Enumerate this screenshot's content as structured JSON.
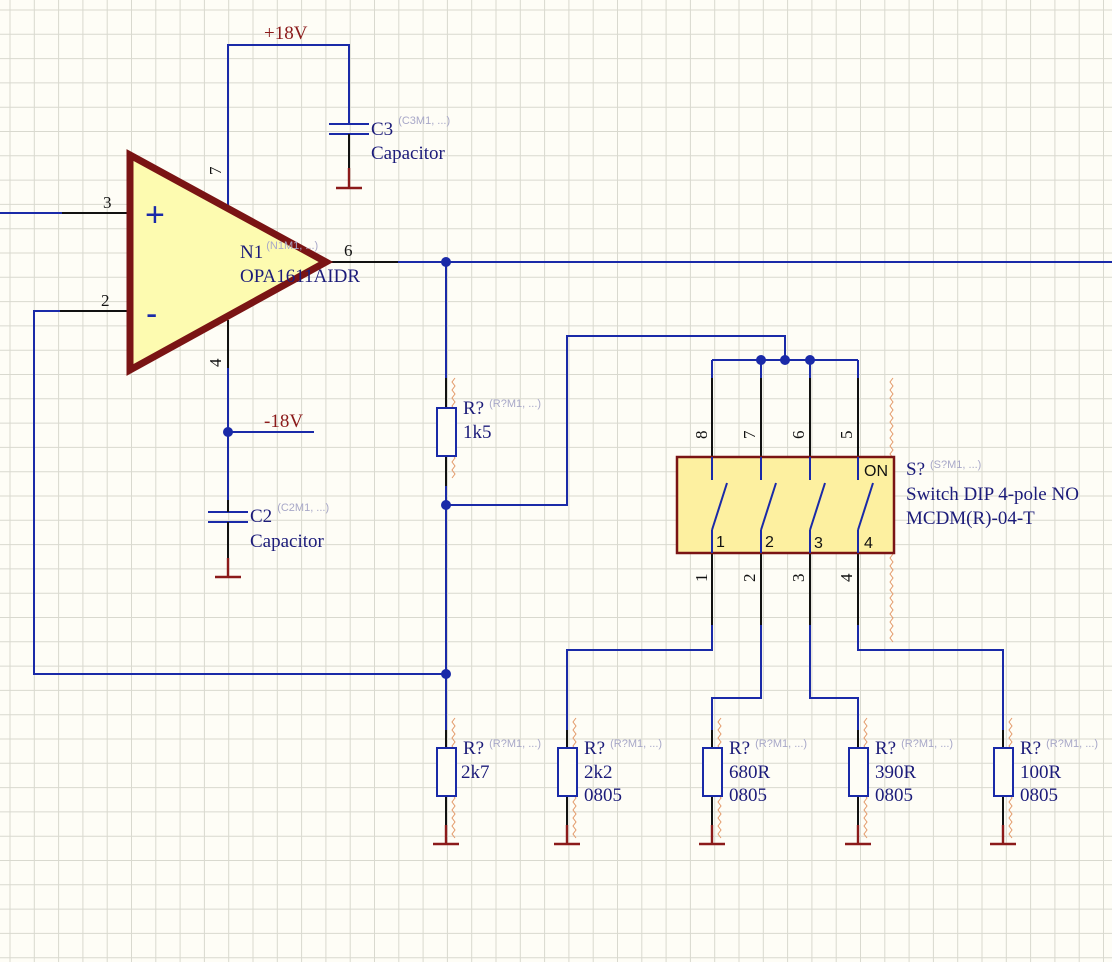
{
  "opamp": {
    "designator": "N1",
    "comment": "OPA1611AIDR",
    "param_hint": "(N1M1, ...)",
    "plus_symbol": "+",
    "minus_symbol": "-",
    "pins": {
      "in_plus": "3",
      "in_minus": "2",
      "vplus": "7",
      "vminus": "4",
      "out": "6"
    }
  },
  "power": {
    "positive": "+18V",
    "negative": "-18V"
  },
  "capacitors": [
    {
      "designator": "C3",
      "comment": "Capacitor",
      "param_hint": "(C3M1, ...)"
    },
    {
      "designator": "C2",
      "comment": "Capacitor",
      "param_hint": "(C2M1, ...)"
    }
  ],
  "feedback_resistors": [
    {
      "designator": "R?",
      "value": "1k5",
      "param_hint": "(R?M1, ...)"
    },
    {
      "designator": "R?",
      "value": "2k7",
      "param_hint": "(R?M1, ...)"
    }
  ],
  "switch": {
    "designator": "S?",
    "param_hint": "(S?M1, ...)",
    "comment": "Switch DIP 4-pole NO",
    "part": "MCDM(R)-04-T",
    "on_label": "ON",
    "body_numbers": [
      "1",
      "2",
      "3",
      "4"
    ],
    "top_pins": [
      "8",
      "7",
      "6",
      "5"
    ],
    "bottom_pins": [
      "1",
      "2",
      "3",
      "4"
    ]
  },
  "gain_resistors": [
    {
      "designator": "R?",
      "value": "2k2",
      "footprint": "0805",
      "param_hint": "(R?M1, ...)"
    },
    {
      "designator": "R?",
      "value": "680R",
      "footprint": "0805",
      "param_hint": "(R?M1, ...)"
    },
    {
      "designator": "R?",
      "value": "390R",
      "footprint": "0805",
      "param_hint": "(R?M1, ...)"
    },
    {
      "designator": "R?",
      "value": "100R",
      "footprint": "0805",
      "param_hint": "(R?M1, ...)"
    }
  ],
  "colors": {
    "background": "#fefdf6",
    "grid": "#d9d9cf",
    "wire": "#1a2aa8",
    "opamp_fill": "#fdfbb0",
    "opamp_outline": "#7a1414",
    "switch_fill": "#fdf0a0",
    "switch_outline": "#7a1414",
    "ground": "#8b1a1a"
  }
}
